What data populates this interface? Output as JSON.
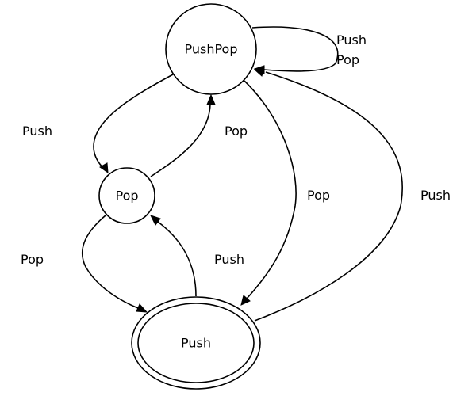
{
  "nodes": {
    "pushpop": {
      "label": "PushPop"
    },
    "pop": {
      "label": "Pop"
    },
    "push": {
      "label": "Push",
      "accepting": true
    }
  },
  "edges": [
    {
      "from": "PushPop",
      "to": "PushPop",
      "labels": [
        "Push",
        "Pop"
      ]
    },
    {
      "from": "PushPop",
      "to": "Pop",
      "labels": [
        "Push"
      ]
    },
    {
      "from": "Pop",
      "to": "PushPop",
      "labels": [
        "Pop"
      ]
    },
    {
      "from": "PushPop",
      "to": "Push",
      "labels": [
        "Pop"
      ]
    },
    {
      "from": "Push",
      "to": "PushPop",
      "labels": [
        "Push"
      ]
    },
    {
      "from": "Pop",
      "to": "Push",
      "labels": [
        "Pop"
      ]
    },
    {
      "from": "Push",
      "to": "Pop",
      "labels": [
        "Push"
      ]
    }
  ]
}
